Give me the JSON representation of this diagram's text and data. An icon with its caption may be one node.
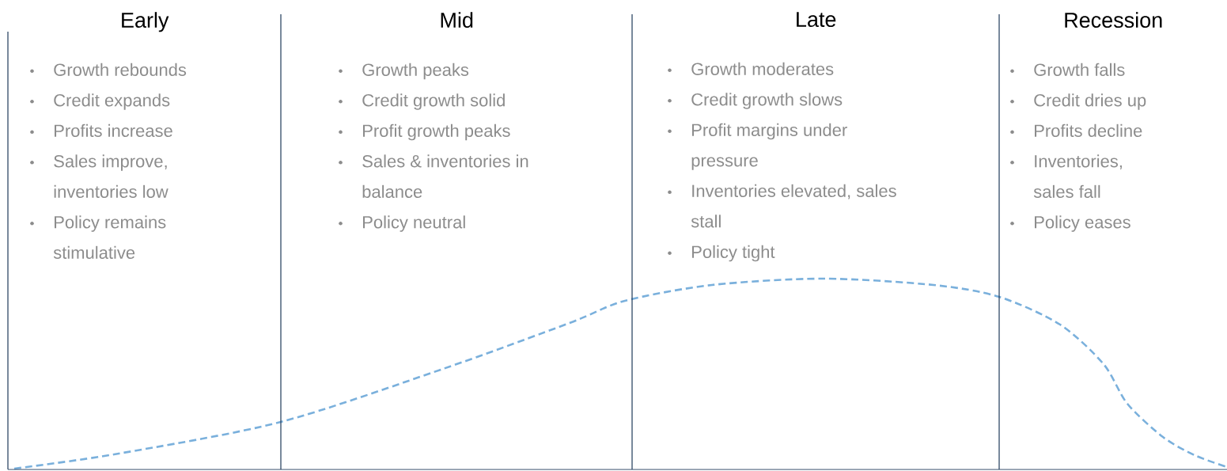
{
  "diagram": {
    "nodes": [
      {
        "text": [
          "Early",
          "Growth rebounds",
          "Credit expands",
          "Profits increase",
          "Sales improve, inventories low",
          "Policy remains stimulative"
        ]
      },
      {
        "text": [
          "Mid",
          "Growth peaks",
          "Credit growth solid",
          "Profit growth peaks",
          "Sales & inventories in balance",
          "Policy neutral"
        ]
      },
      {
        "text": [
          "Late",
          "Growth moderates",
          "Credit growth slows",
          "Profit margins under pressure",
          "Inventories elevated, sales stall",
          "Policy tight"
        ]
      },
      {
        "text": [
          "Recession",
          "Growth falls",
          "Credit dries up",
          "Profits decline",
          "Inventories, sales fall",
          "Policy eases"
        ]
      }
    ]
  }
}
